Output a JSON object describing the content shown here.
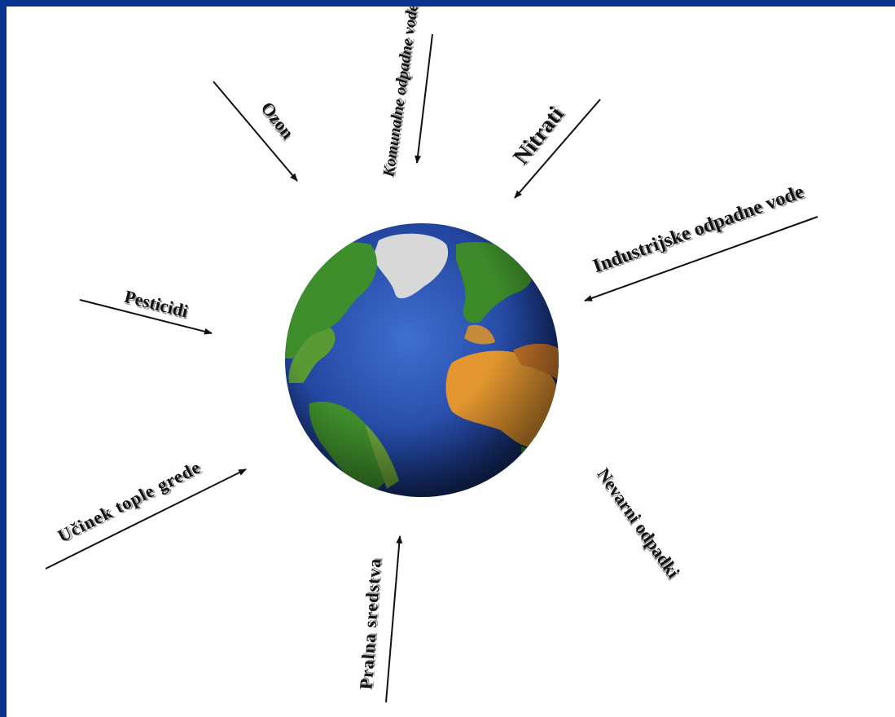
{
  "colors": {
    "frame": "#0a3490",
    "slide": "#ffffff",
    "arrow": "#111111",
    "text": "#111111",
    "text_shadow": "#9a9a9a",
    "ocean": "#2b4fb0",
    "land_green": "#3d8a2a",
    "land_desert": "#e3962f",
    "ice": "#d6d6d6"
  },
  "diagram": {
    "center_icon": "earth-globe-icon",
    "labels": {
      "ozon": "Ozon",
      "komunalne": "Komunalne odpadne vode",
      "nitrati": "Nitrati",
      "industrijske": "Industrijske odpadne vode",
      "pesticidi": "Pesticidi",
      "ucinek": "Učinek tople grede",
      "pralna": "Pralna sredstva",
      "nevarni": "Nevarni odpadki"
    }
  }
}
